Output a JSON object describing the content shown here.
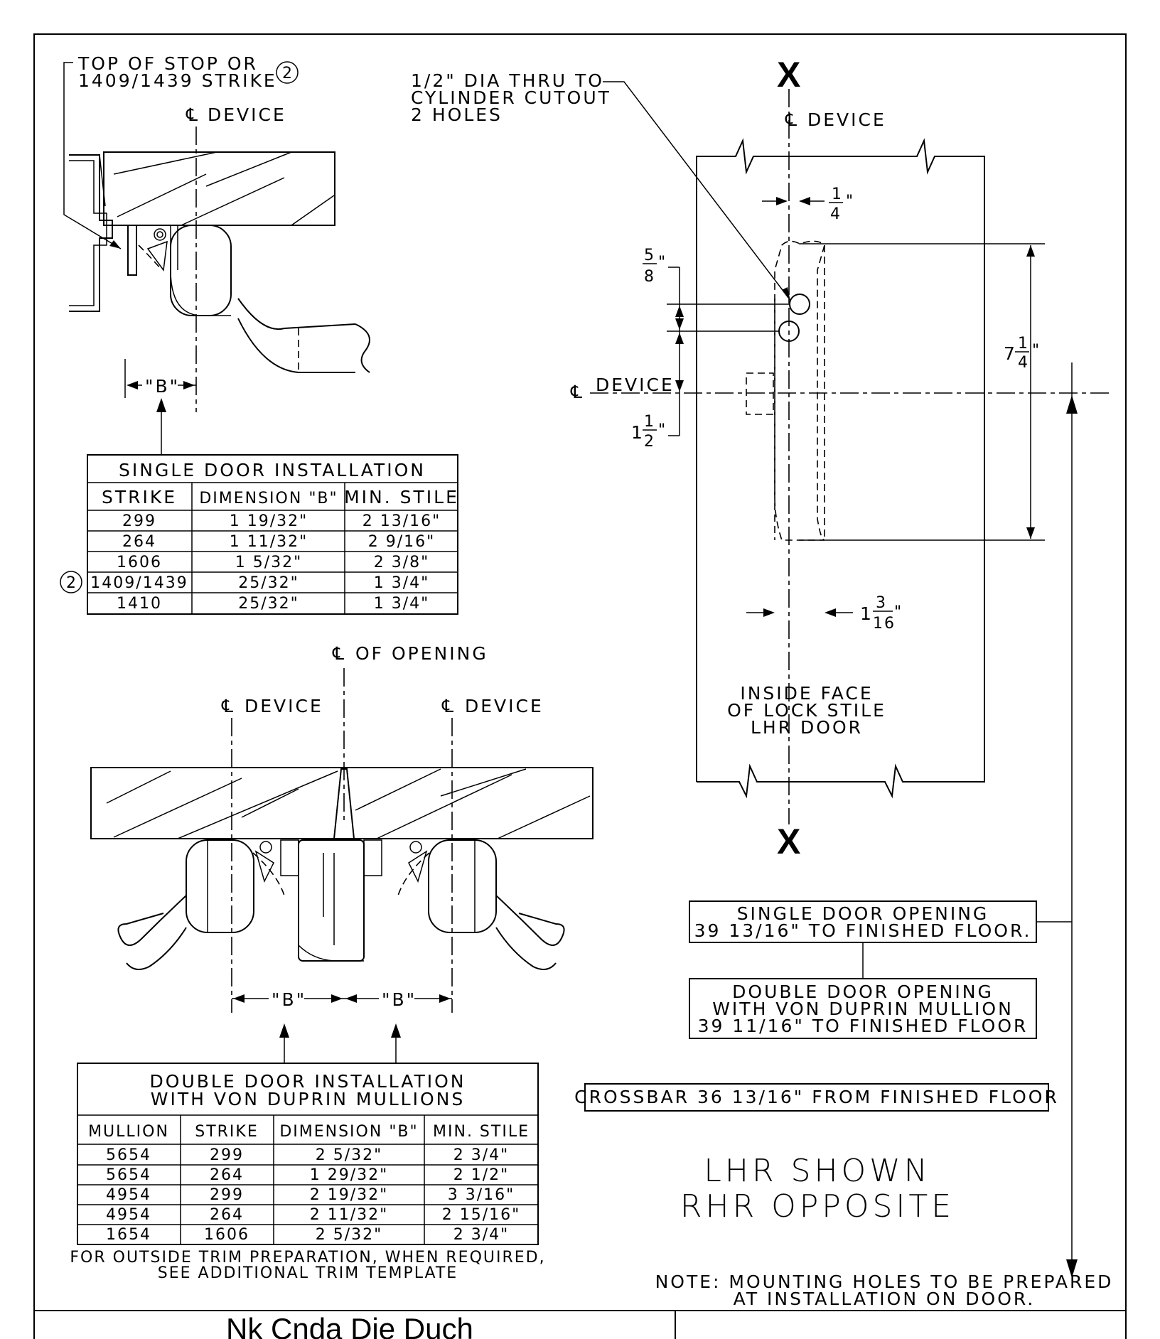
{
  "labels": {
    "top_of_stop": [
      "TOP OF STOP OR",
      "1409/1439 STRIKE"
    ],
    "circled_ref": "2",
    "cl_device": "DEVICE",
    "cl_opening": "OF OPENING",
    "dim_b": "\"B\"",
    "cylinder_note": [
      "1/2\" DIA THRU TO",
      "CYLINDER CUTOUT",
      "2 HOLES"
    ],
    "x_mark": "X",
    "dims": {
      "quarter_num": "1",
      "quarter_den": "4",
      "five_eighths_num": "5",
      "five_eighths_den": "8",
      "seven_whole": "7",
      "seven_num": "1",
      "seven_den": "4",
      "one_half_whole": "1",
      "one_half_num": "1",
      "one_half_den": "2",
      "one_3_16_whole": "1",
      "one_3_16_num": "3",
      "one_3_16_den": "16",
      "inch": "\""
    },
    "inside_face": [
      "INSIDE FACE",
      "OF LOCK STILE",
      "LHR DOOR"
    ],
    "single_opening": [
      "SINGLE DOOR OPENING",
      "39 13/16\" TO FINISHED FLOOR."
    ],
    "double_opening": [
      "DOUBLE DOOR OPENING",
      "WITH VON DUPRIN MULLION",
      "39 11/16\" TO FINISHED FLOOR"
    ],
    "crossbar": "CROSSBAR 36 13/16\" FROM FINISHED FLOOR",
    "hand": [
      "LHR SHOWN",
      "RHR OPPOSITE"
    ],
    "note": [
      "NOTE: MOUNTING HOLES TO BE PREPARED",
      "AT INSTALLATION ON DOOR."
    ],
    "trim_note": [
      "FOR OUTSIDE TRIM PREPARATION, WHEN REQUIRED,",
      "SEE ADDITIONAL TRIM TEMPLATE"
    ],
    "footer_title": "Nk Cnda  Die Duch"
  },
  "single_table": {
    "title": "SINGLE DOOR INSTALLATION",
    "headers": [
      "STRIKE",
      "DIMENSION \"B\"",
      "MIN. STILE"
    ],
    "rows": [
      [
        "299",
        "1 19/32\"",
        "2 13/16\""
      ],
      [
        "264",
        "1 11/32\"",
        "2 9/16\""
      ],
      [
        "1606",
        "1 5/32\"",
        "2 3/8\""
      ],
      [
        "1409/1439",
        "25/32\"",
        "1 3/4\""
      ],
      [
        "1410",
        "25/32\"",
        "1 3/4\""
      ]
    ]
  },
  "double_table": {
    "title": [
      "DOUBLE DOOR INSTALLATION",
      "WITH VON DUPRIN MULLIONS"
    ],
    "headers": [
      "MULLION",
      "STRIKE",
      "DIMENSION \"B\"",
      "MIN. STILE"
    ],
    "rows": [
      [
        "5654",
        "299",
        "2 5/32\"",
        "2 3/4\""
      ],
      [
        "5654",
        "264",
        "1 29/32\"",
        "2 1/2\""
      ],
      [
        "4954",
        "299",
        "2 19/32\"",
        "3 3/16\""
      ],
      [
        "4954",
        "264",
        "2 11/32\"",
        "2 15/16\""
      ],
      [
        "1654",
        "1606",
        "2 5/32\"",
        "2 3/4\""
      ]
    ]
  }
}
